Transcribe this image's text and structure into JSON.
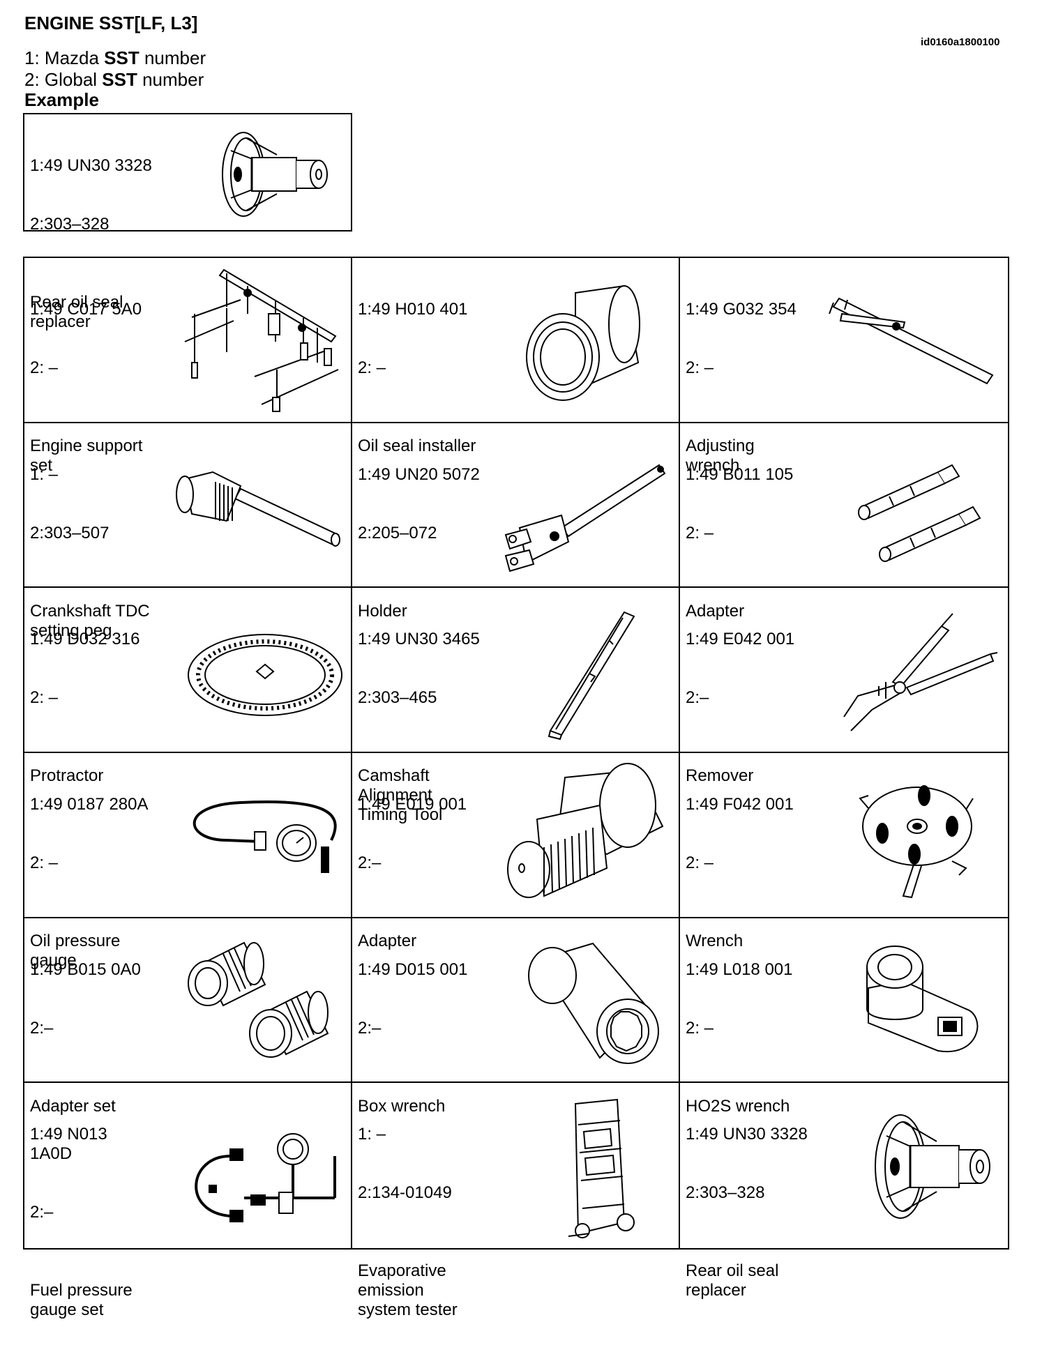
{
  "title": "ENGINE SST[LF, L3]",
  "image_id": "id0160a1800100",
  "legend": {
    "line1_prefix": "1: Mazda ",
    "line1_bold": "SST",
    "line1_suffix": " number",
    "line2_prefix": "2: Global ",
    "line2_bold": "SST",
    "line2_suffix": " number"
  },
  "example_label": "Example",
  "example": {
    "mazda": "1:49 UN30 3328",
    "global": "2:303–328",
    "name": "Rear oil seal\nreplacer",
    "icon": "rear-oil-seal-replacer-icon"
  },
  "tools": [
    {
      "mazda": "1:49 C017 5A0",
      "global": "2: –",
      "name": "Engine support\nset",
      "icon": "engine-support-set-icon"
    },
    {
      "mazda": "1:49 H010 401",
      "global": "2: –",
      "name": "Oil seal installer",
      "icon": "oil-seal-installer-icon"
    },
    {
      "mazda": "1:49 G032 354",
      "global": "2: –",
      "name": "Adjusting\nwrench",
      "icon": "adjusting-wrench-icon"
    },
    {
      "mazda": "1: –",
      "global": "2:303–507",
      "name": "Crankshaft TDC\nsetting peg",
      "icon": "crankshaft-tdc-peg-icon"
    },
    {
      "mazda": "1:49 UN20 5072",
      "global": "2:205–072",
      "name": "Holder",
      "icon": "holder-icon"
    },
    {
      "mazda": "1:49 B011 105",
      "global": "2: –",
      "name": "Adapter",
      "icon": "adapter-pins-icon"
    },
    {
      "mazda": "1:49 D032 316",
      "global": "2: –",
      "name": "Protractor",
      "icon": "protractor-icon"
    },
    {
      "mazda": "1:49 UN30 3465",
      "global": "2:303–465",
      "name": "Camshaft\nAlignment\nTiming Tool",
      "icon": "camshaft-alignment-tool-icon"
    },
    {
      "mazda": "1:49 E042 001",
      "global": "2:–",
      "name": "Remover",
      "icon": "remover-pliers-icon"
    },
    {
      "mazda": "1:49 0187 280A",
      "global": "2: –",
      "name": "Oil pressure\ngauge",
      "icon": "oil-pressure-gauge-icon"
    },
    {
      "mazda": "1:49 E019 001",
      "global": "2:–",
      "name": "Adapter",
      "icon": "threaded-adapter-icon"
    },
    {
      "mazda": "1:49 F042 001",
      "global": "2: –",
      "name": "Wrench",
      "icon": "wrench-icon"
    },
    {
      "mazda": "1:49 B015 0A0",
      "global": "2:–",
      "name": "Adapter set",
      "icon": "adapter-set-icon"
    },
    {
      "mazda": "1:49 D015 001",
      "global": "2:–",
      "name": "Box wrench",
      "icon": "box-wrench-icon"
    },
    {
      "mazda": "1:49 L018 001",
      "global": "2: –",
      "name": "HO2S wrench",
      "icon": "ho2s-wrench-icon"
    },
    {
      "mazda": "1:49 N013\n1A0D",
      "global": "2:–",
      "name": "Fuel pressure\ngauge set",
      "icon": "fuel-pressure-gauge-set-icon"
    },
    {
      "mazda": "1: –",
      "global": "2:134-01049",
      "name": "Evaporative\nemission\nsystem tester",
      "icon": "evaporative-emission-tester-icon"
    },
    {
      "mazda": "1:49 UN30 3328",
      "global": "2:303–328",
      "name": "Rear oil seal\nreplacer",
      "icon": "rear-oil-seal-replacer-icon"
    }
  ]
}
